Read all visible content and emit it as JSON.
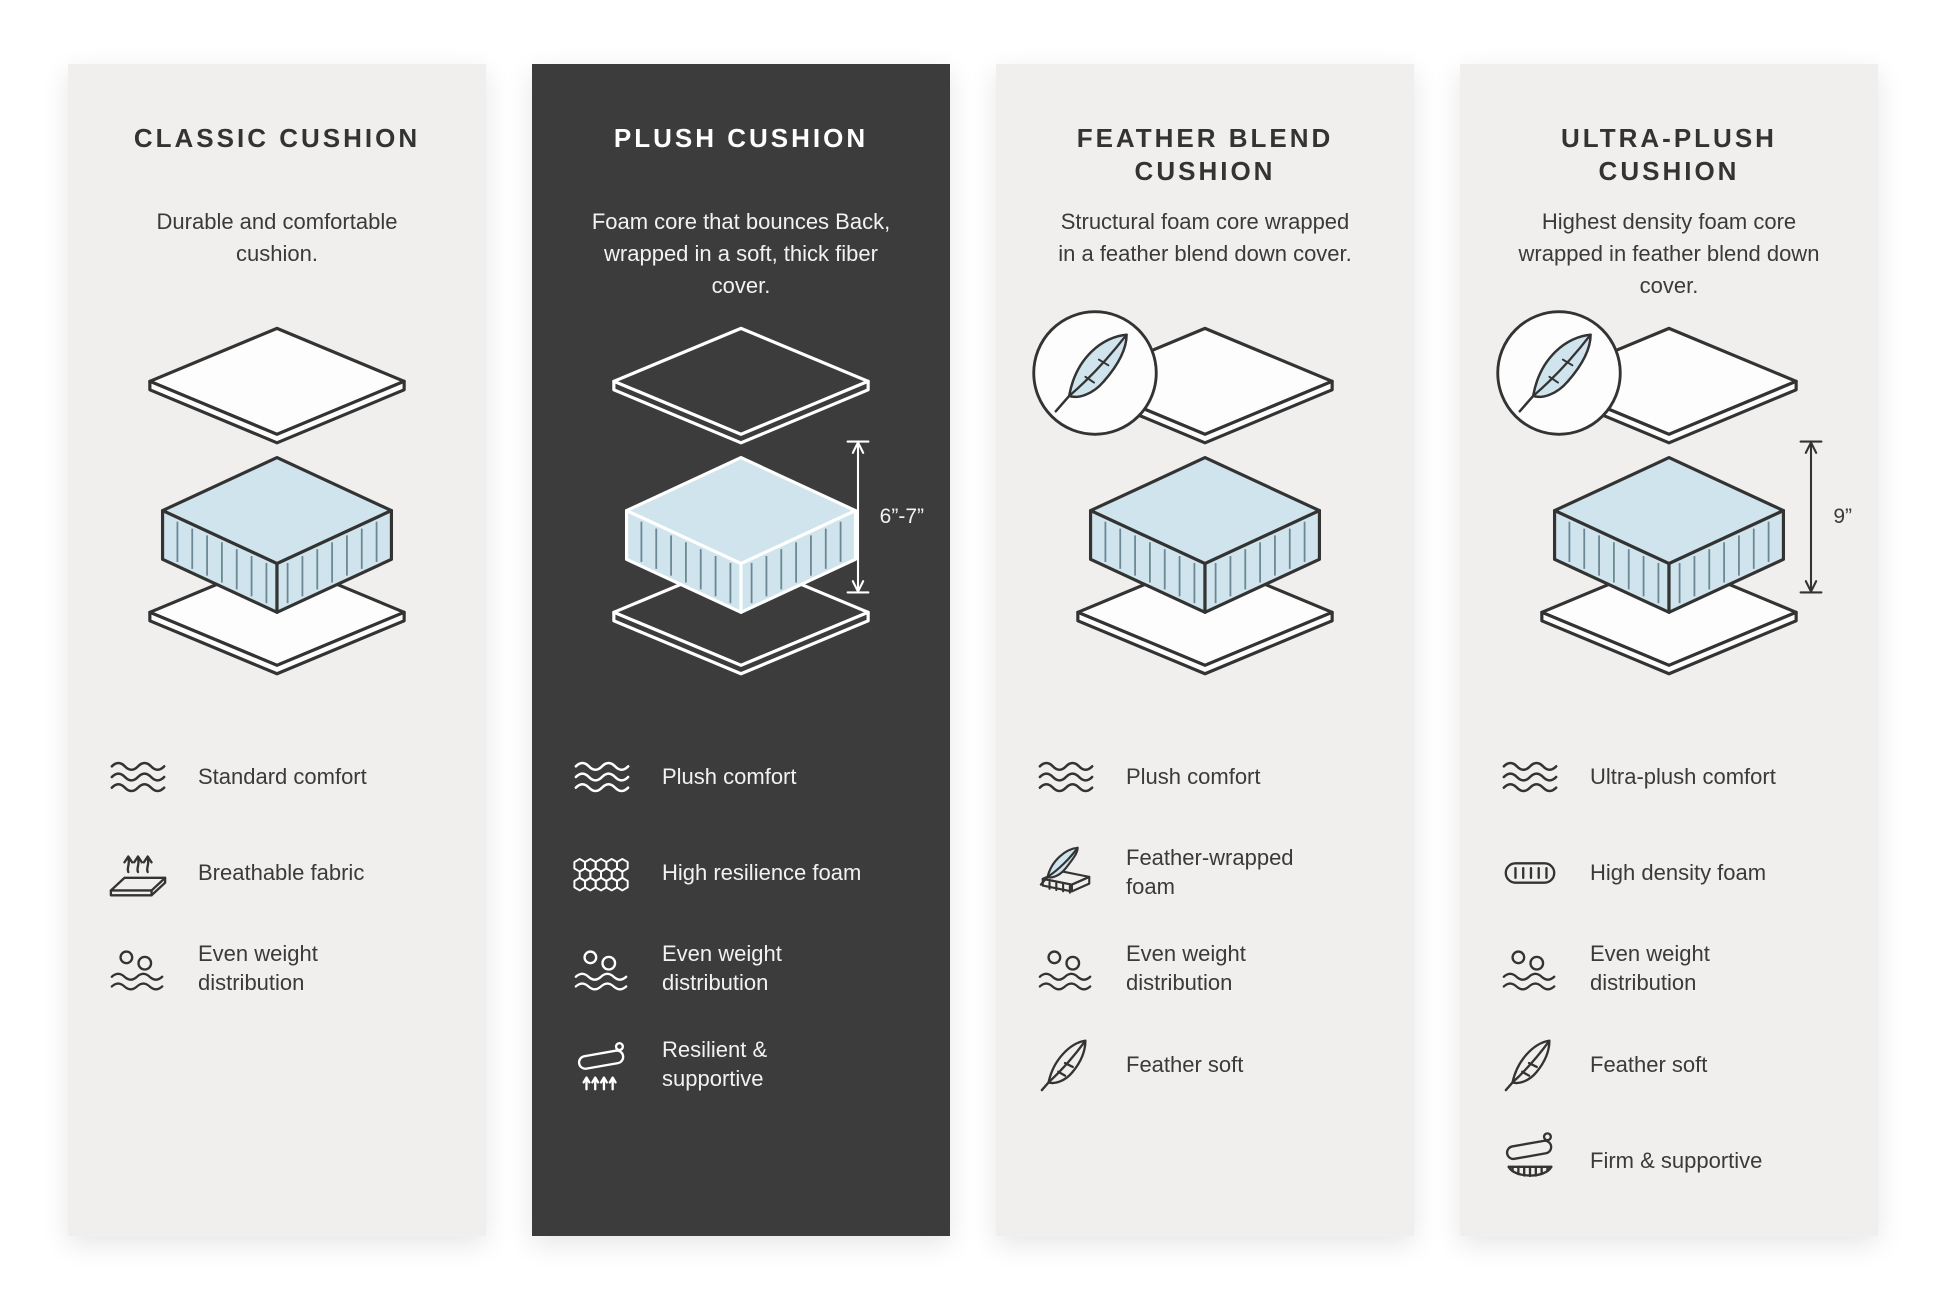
{
  "colors": {
    "page_bg": "#ffffff",
    "card_light_bg": "#f0efee",
    "card_dark_bg": "#3d3c3c",
    "text_dark": "#333333",
    "text_light": "#ffffff",
    "foam_blue": "#cfe4ed",
    "outline_dark": "#333333",
    "outline_light": "#ffffff"
  },
  "cards": [
    {
      "title": "CLASSIC CUSHION",
      "theme": "light",
      "description": "Durable and comfortable cushion.",
      "illustration": "layered-cushion",
      "features": [
        {
          "icon": "waves-icon",
          "label": "Standard comfort"
        },
        {
          "icon": "breathable-fabric-icon",
          "label": "Breathable fabric"
        },
        {
          "icon": "weight-distribution-icon",
          "label": "Even weight distribution"
        }
      ]
    },
    {
      "title": "PLUSH CUSHION",
      "theme": "dark",
      "description": "Foam core that bounces Back, wrapped in a soft, thick fiber cover.",
      "illustration": "layered-cushion",
      "measurement": "6”-7”",
      "features": [
        {
          "icon": "waves-icon",
          "label": "Plush comfort"
        },
        {
          "icon": "honeycomb-foam-icon",
          "label": "High resilience foam"
        },
        {
          "icon": "weight-distribution-icon",
          "label": "Even weight distribution"
        },
        {
          "icon": "resilient-supportive-icon",
          "label": "Resilient & supportive"
        }
      ]
    },
    {
      "title": "FEATHER BLEND CUSHION",
      "theme": "light",
      "description": "Structural foam core wrapped in a feather blend down cover.",
      "illustration": "layered-cushion-with-feather-badge",
      "features": [
        {
          "icon": "waves-icon",
          "label": "Plush comfort"
        },
        {
          "icon": "feather-wrapped-foam-icon",
          "label": "Feather-wrapped foam"
        },
        {
          "icon": "weight-distribution-icon",
          "label": "Even weight distribution"
        },
        {
          "icon": "feather-icon",
          "label": "Feather soft"
        }
      ]
    },
    {
      "title": "ULTRA-PLUSH CUSHION",
      "theme": "light",
      "description": "Highest density foam core wrapped in feather blend down cover.",
      "illustration": "layered-cushion-with-feather-badge",
      "measurement": "9”",
      "features": [
        {
          "icon": "waves-icon",
          "label": "Ultra-plush comfort"
        },
        {
          "icon": "density-foam-icon",
          "label": "High density foam"
        },
        {
          "icon": "weight-distribution-icon",
          "label": "Even weight distribution"
        },
        {
          "icon": "feather-icon",
          "label": "Feather soft"
        },
        {
          "icon": "firm-supportive-icon",
          "label": "Firm & supportive"
        }
      ]
    }
  ]
}
